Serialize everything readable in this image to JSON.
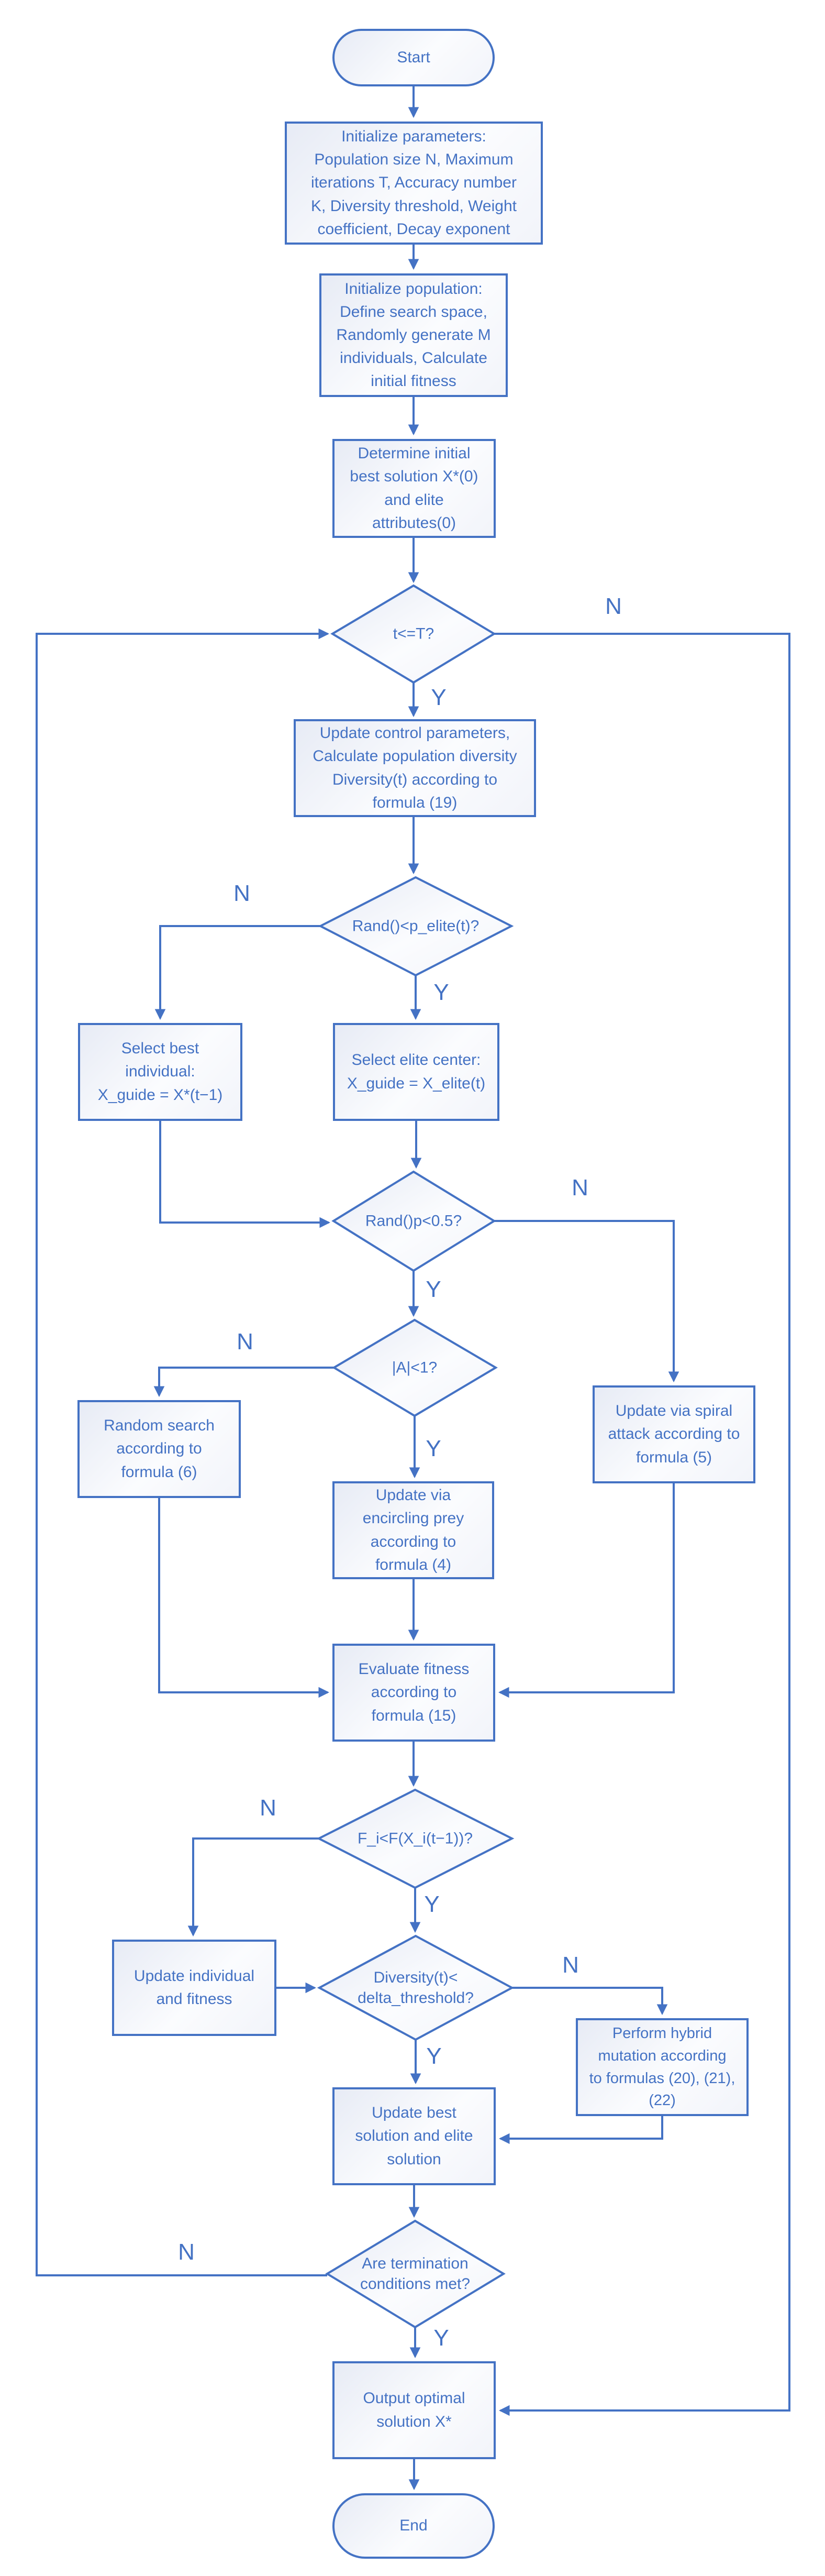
{
  "flowchart": {
    "colors": {
      "stroke": "#4472c4",
      "text": "#4472c4",
      "node_fill_start": "#e7ebf5",
      "node_fill_end": "#ffffff",
      "background": "#ffffff"
    },
    "nodes": {
      "start": {
        "label": "Start",
        "type": "terminator"
      },
      "init_params": {
        "label": "Initialize parameters:\nPopulation size N, Maximum\niterations T, Accuracy number\nK, Diversity threshold, Weight\ncoefficient, Decay exponent",
        "type": "process"
      },
      "init_pop": {
        "label": "Initialize population:\nDefine search space,\nRandomly generate M\nindividuals, Calculate\ninitial fitness",
        "type": "process"
      },
      "init_best": {
        "label": "Determine initial\nbest solution X*(0)\nand elite\nattributes(0)",
        "type": "process"
      },
      "t_check": {
        "label": "t<=T?",
        "type": "decision"
      },
      "update_control": {
        "label": "Update control parameters,\nCalculate population diversity\nDiversity(t) according to\nformula (19)",
        "type": "process"
      },
      "p_elite_check": {
        "label": "Rand()<p_elite(t)?",
        "type": "decision"
      },
      "select_best": {
        "label": "Select best\nindividual:\nX_guide = X*(t−1)",
        "type": "process"
      },
      "select_elite": {
        "label": "Select elite center:\nX_guide = X_elite(t)",
        "type": "process"
      },
      "p05_check": {
        "label": "Rand()p<0.5?",
        "type": "decision"
      },
      "a_check": {
        "label": "|A|<1?",
        "type": "decision"
      },
      "random_search": {
        "label": "Random search\naccording to\nformula (6)",
        "type": "process"
      },
      "spiral_attack": {
        "label": "Update via spiral\nattack according to\nformula (5)",
        "type": "process"
      },
      "encircling_prey": {
        "label": "Update via\nencircling prey\naccording to\nformula (4)",
        "type": "process"
      },
      "evaluate_fitness": {
        "label": "Evaluate fitness\naccording to\nformula (15)",
        "type": "process"
      },
      "fitness_check": {
        "label": "F_i<F(X_i(t−1))?",
        "type": "decision"
      },
      "update_individual": {
        "label": "Update individual\nand fitness",
        "type": "process"
      },
      "diversity_check": {
        "label": "Diversity(t)<\ndelta_threshold?",
        "type": "decision"
      },
      "hybrid_mutation": {
        "label": "Perform hybrid\nmutation according\nto formulas (20), (21),\n(22)",
        "type": "process"
      },
      "update_best": {
        "label": "Update best\nsolution and elite\nsolution",
        "type": "process"
      },
      "termination_check": {
        "label": "Are termination\nconditions met?",
        "type": "decision"
      },
      "output_solution": {
        "label": "Output optimal\nsolution X*",
        "type": "process"
      },
      "end": {
        "label": "End",
        "type": "terminator"
      }
    },
    "edge_labels": {
      "t_no": "N",
      "t_yes": "Y",
      "p_elite_no": "N",
      "p_elite_yes": "Y",
      "p05_no": "N",
      "p05_yes": "Y",
      "a_no": "N",
      "a_yes": "Y",
      "fitness_no": "N",
      "fitness_yes": "Y",
      "diversity_no": "N",
      "diversity_yes": "Y",
      "termination_no": "N",
      "termination_yes": "Y"
    }
  }
}
